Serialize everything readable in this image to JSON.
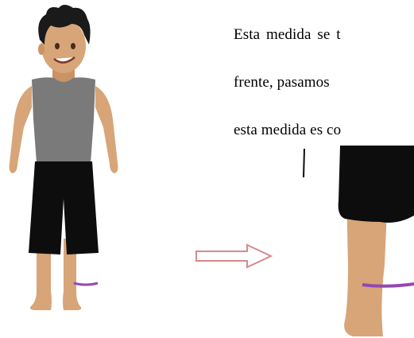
{
  "paragraph": {
    "line_1": "Esta medida se t",
    "line_2": "frente, pasamos",
    "line_3": "esta medida es co"
  },
  "colors": {
    "skin": "#d7a578",
    "shirt": "#7a7a7a",
    "shorts": "#0d0d0d",
    "hair": "#1a1a1a",
    "ankle_band": "#9447b5",
    "arrow_outline": "#d9898a"
  }
}
